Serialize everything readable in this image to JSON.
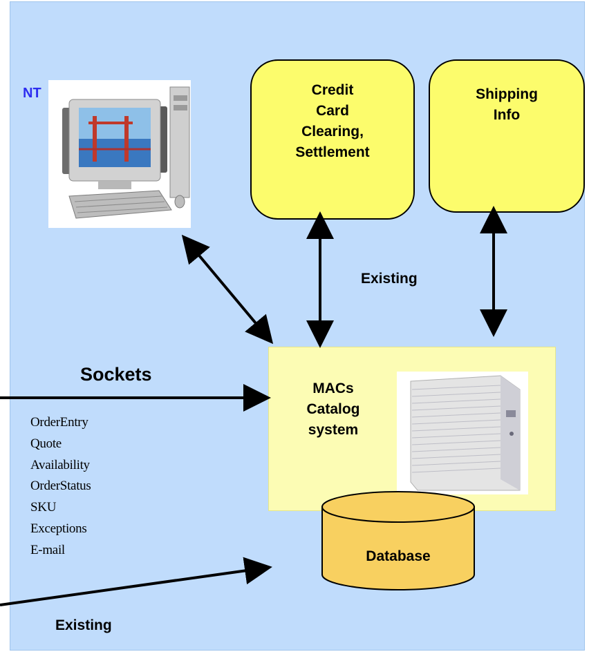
{
  "labels": {
    "nt": "NT",
    "credit": [
      "Credit",
      "Card",
      "Clearing,",
      "Settlement"
    ],
    "shipping": [
      "Shipping",
      "Info"
    ],
    "existing_top": "Existing",
    "sockets": "Sockets",
    "macs": [
      "MACs",
      "Catalog",
      "system"
    ],
    "database": "Database",
    "existing_bottom": "Existing"
  },
  "services": [
    "OrderEntry",
    "Quote",
    "Availability",
    "OrderStatus",
    "SKU",
    "Exceptions",
    "E-mail"
  ],
  "colors": {
    "panel": "#c0dcfc",
    "system_area": "#fcfcb4",
    "service_box": "#fcfc6c",
    "database": "#f8d060",
    "nt_label": "#2d2df0"
  },
  "icons": [
    "desktop-computer-icon",
    "server-tower-icon",
    "database-cylinder-icon"
  ]
}
